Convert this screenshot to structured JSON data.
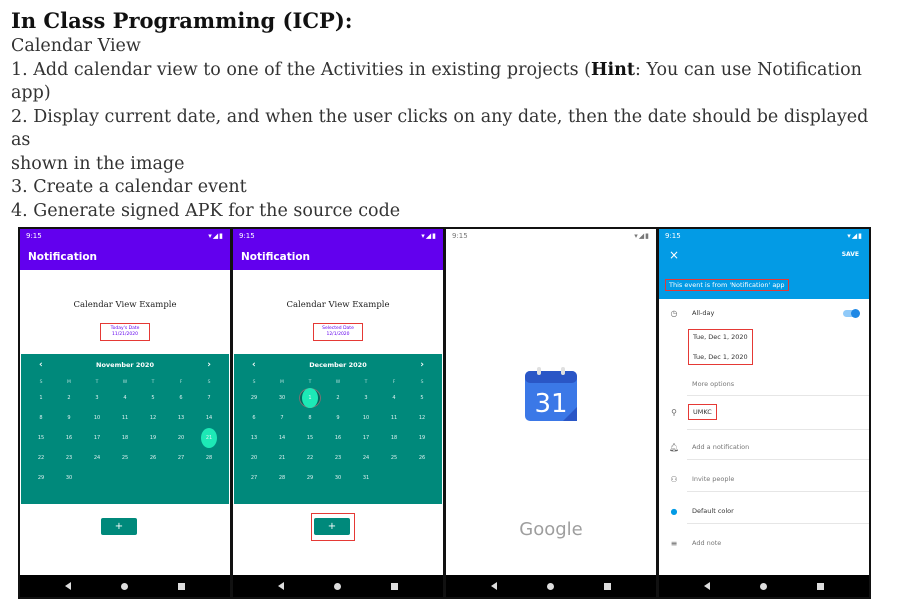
{
  "document": {
    "title": "In Class Programming (ICP):",
    "subtitle": "Calendar View",
    "items": {
      "one_a": "1. Add calendar view to one of the Activities in existing projects (",
      "one_hint": "Hint",
      "one_b": ": You can use Notification",
      "one_c": "app)",
      "two_a": "2. Display current date, and when the user clicks on any date, then the date should be displayed as",
      "two_b": "shown in the image",
      "three": "3. Create a calendar event",
      "four": "4. Generate signed APK for the source code"
    }
  },
  "screens": {
    "one": {
      "time": "9:15",
      "appbar_title": "Notification",
      "heading": "Calendar View Example",
      "date_label": "Today's Date",
      "date_value": "11/21/2020",
      "month": "November 2020",
      "fab": "+"
    },
    "two": {
      "time": "9:15",
      "appbar_title": "Notification",
      "heading": "Calendar View Example",
      "date_label": "Selected Date",
      "date_value": "12/1/2020",
      "month": "December 2020",
      "fab": "+"
    },
    "three": {
      "time": "9:15",
      "calendar_number": "31",
      "brand": "Google"
    },
    "four": {
      "time": "9:15",
      "save": "SAVE",
      "close": "×",
      "event_title": "This event is from 'Notification' app",
      "all_day": "All-day",
      "start_date": "Tue, Dec 1, 2020",
      "end_date": "Tue, Dec 1, 2020",
      "more_options": "More options",
      "location": "UMKC",
      "add_notification": "Add a notification",
      "invite_people": "Invite people",
      "default_color": "Default color",
      "add_note": "Add note"
    }
  },
  "weekday_letters": [
    "S",
    "M",
    "T",
    "W",
    "T",
    "F",
    "S"
  ],
  "colors": {
    "appbar_purple": "#6200ee",
    "calendar_teal": "#00897b",
    "selected_mint": "#1de9b6",
    "event_blue": "#039be5",
    "highlight_red": "#e53935"
  }
}
